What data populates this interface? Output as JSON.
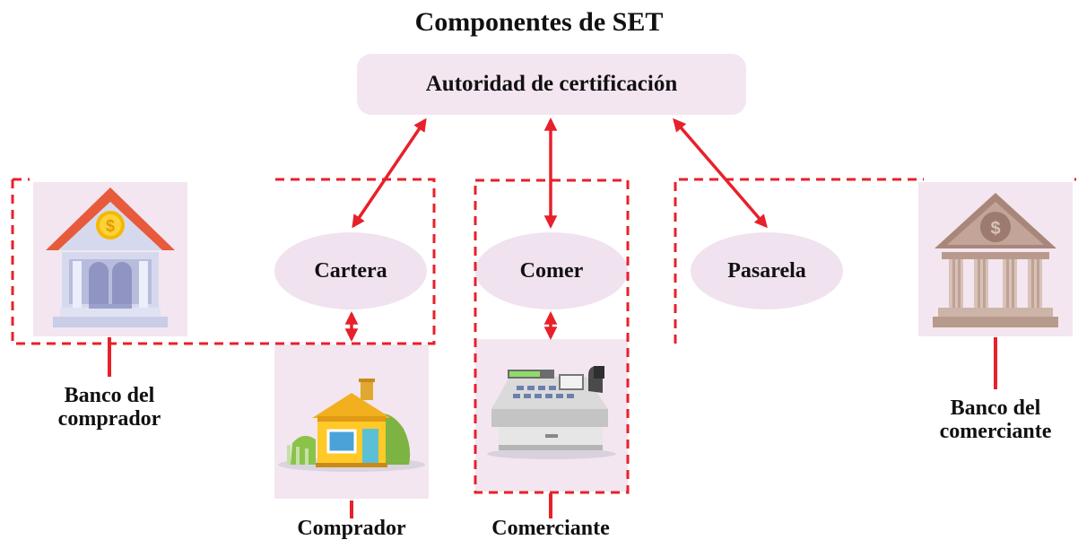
{
  "title": "Componentes de SET",
  "certificate_authority": "Autoridad de certificación",
  "nodes": {
    "wallet": "Cartera",
    "merchant_node": "Comer",
    "gateway": "Pasarela"
  },
  "labels": {
    "buyer_bank": "Banco del\ncomprador",
    "buyer": "Comprador",
    "merchant": "Comerciante",
    "merchant_bank": "Banco del\ncomerciante"
  },
  "icons": [
    "bank-icon",
    "house-icon",
    "cash-register-icon",
    "bank-icon"
  ],
  "colors": {
    "accent": "#e8202a",
    "panel": "#f3e6f0",
    "ellipse": "#f0e2ef"
  }
}
